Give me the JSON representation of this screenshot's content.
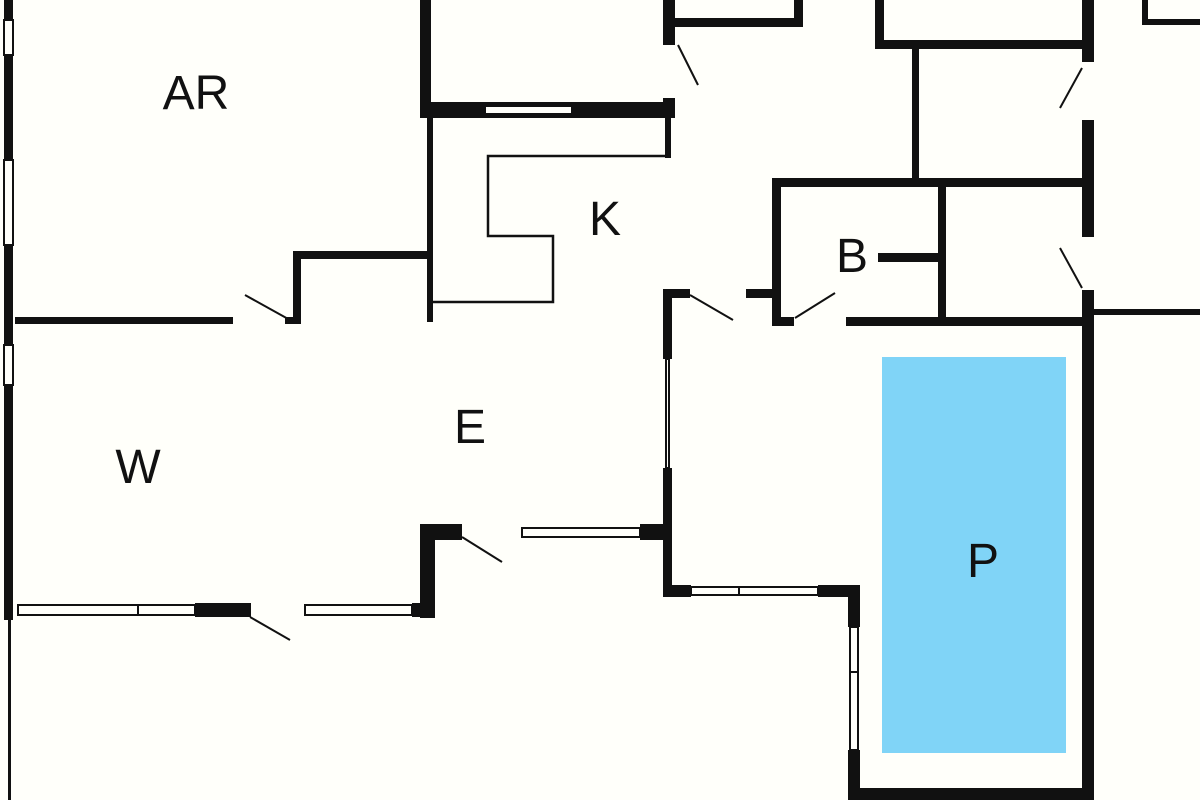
{
  "rooms": {
    "ar": "AR",
    "k": "K",
    "b": "B",
    "e": "E",
    "w": "W",
    "p": "P"
  },
  "colors": {
    "wall": "#111111",
    "background": "#fffffa",
    "pool": "#80d4f7"
  }
}
